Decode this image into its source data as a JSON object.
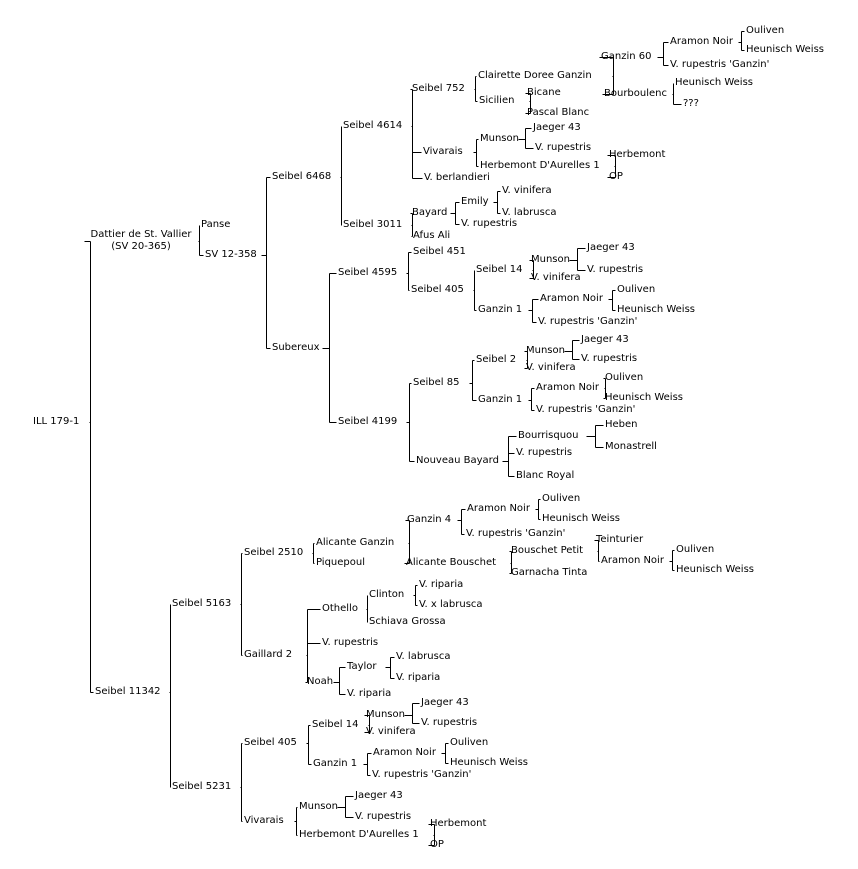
{
  "pedigree": {
    "name": "ILL 179-1",
    "parents": [
      {
        "name": "Dattier de St. Vallier\n(SV 20-365)",
        "parents": [
          {
            "name": "Panse"
          },
          {
            "name": "SV 12-358",
            "parents": [
              {
                "name": "Seibel 6468",
                "parents": [
                  {
                    "name": "Seibel 4614",
                    "parents": [
                      {
                        "name": "Seibel 752",
                        "parents": [
                          {
                            "name": "Clairette Doree Ganzin",
                            "parents": [
                              {
                                "name": "Ganzin 60",
                                "parents": [
                                  {
                                    "name": "Aramon Noir",
                                    "parents": [
                                      {
                                        "name": "Ouliven"
                                      },
                                      {
                                        "name": "Heunisch Weiss"
                                      }
                                    ]
                                  },
                                  {
                                    "name": "V. rupestris 'Ganzin'"
                                  }
                                ]
                              },
                              {
                                "name": "Bourboulenc",
                                "parents": [
                                  {
                                    "name": "Heunisch Weiss"
                                  },
                                  {
                                    "name": "???"
                                  }
                                ]
                              }
                            ]
                          },
                          {
                            "name": "Sicilien",
                            "parents": [
                              {
                                "name": "Bicane"
                              },
                              {
                                "name": "Pascal Blanc"
                              }
                            ]
                          }
                        ]
                      },
                      {
                        "name": "Vivarais",
                        "parents": [
                          {
                            "name": "Munson",
                            "parents": [
                              {
                                "name": "Jaeger 43"
                              },
                              {
                                "name": "V. rupestris"
                              }
                            ]
                          },
                          {
                            "name": "Herbemont D'Aurelles 1",
                            "parents": [
                              {
                                "name": "Herbemont"
                              },
                              {
                                "name": "OP"
                              }
                            ]
                          }
                        ]
                      },
                      {
                        "name": "V. berlandieri"
                      }
                    ]
                  },
                  {
                    "name": "Seibel 3011",
                    "parents": [
                      {
                        "name": "Bayard",
                        "parents": [
                          {
                            "name": "Emily",
                            "parents": [
                              {
                                "name": "V. vinifera"
                              },
                              {
                                "name": "V. labrusca"
                              }
                            ]
                          },
                          {
                            "name": "V. rupestris"
                          }
                        ]
                      },
                      {
                        "name": "Afus Ali"
                      }
                    ]
                  }
                ]
              },
              {
                "name": "Subereux",
                "parents": [
                  {
                    "name": "Seibel 4595",
                    "parents": [
                      {
                        "name": "Seibel 451"
                      },
                      {
                        "name": "Seibel 405",
                        "parents": [
                          {
                            "name": "Seibel 14",
                            "parents": [
                              {
                                "name": "Munson",
                                "parents": [
                                  {
                                    "name": "Jaeger 43"
                                  },
                                  {
                                    "name": "V. rupestris"
                                  }
                                ]
                              },
                              {
                                "name": "V. vinifera"
                              }
                            ]
                          },
                          {
                            "name": "Ganzin 1",
                            "parents": [
                              {
                                "name": "Aramon Noir",
                                "parents": [
                                  {
                                    "name": "Ouliven"
                                  },
                                  {
                                    "name": "Heunisch Weiss"
                                  }
                                ]
                              },
                              {
                                "name": "V. rupestris 'Ganzin'"
                              }
                            ]
                          }
                        ]
                      }
                    ]
                  },
                  {
                    "name": "Seibel 4199",
                    "parents": [
                      {
                        "name": "Seibel 85",
                        "parents": [
                          {
                            "name": "Seibel 2",
                            "parents": [
                              {
                                "name": "Munson",
                                "parents": [
                                  {
                                    "name": "Jaeger 43"
                                  },
                                  {
                                    "name": "V. rupestris"
                                  }
                                ]
                              },
                              {
                                "name": "V. vinifera"
                              }
                            ]
                          },
                          {
                            "name": "Ganzin 1",
                            "parents": [
                              {
                                "name": "Aramon Noir",
                                "parents": [
                                  {
                                    "name": "Ouliven"
                                  },
                                  {
                                    "name": "Heunisch Weiss"
                                  }
                                ]
                              },
                              {
                                "name": "V. rupestris 'Ganzin'"
                              }
                            ]
                          }
                        ]
                      },
                      {
                        "name": "Nouveau Bayard",
                        "parents": [
                          {
                            "name": "Bourrisquou",
                            "parents": [
                              {
                                "name": "Heben"
                              },
                              {
                                "name": "Monastrell"
                              }
                            ]
                          },
                          {
                            "name": "V. rupestris"
                          },
                          {
                            "name": "Blanc Royal"
                          }
                        ]
                      }
                    ]
                  }
                ]
              }
            ]
          }
        ]
      },
      {
        "name": "Seibel 11342",
        "parents": [
          {
            "name": "Seibel 5163",
            "parents": [
              {
                "name": "Seibel 2510",
                "parents": [
                  {
                    "name": "Alicante Ganzin",
                    "parents": [
                      {
                        "name": "Ganzin 4",
                        "parents": [
                          {
                            "name": "Aramon Noir",
                            "parents": [
                              {
                                "name": "Ouliven"
                              },
                              {
                                "name": "Heunisch Weiss"
                              }
                            ]
                          },
                          {
                            "name": "V. rupestris 'Ganzin'"
                          }
                        ]
                      },
                      {
                        "name": "Alicante Bouschet",
                        "parents": [
                          {
                            "name": "Bouschet Petit",
                            "parents": [
                              {
                                "name": "Teinturier"
                              },
                              {
                                "name": "Aramon Noir",
                                "parents": [
                                  {
                                    "name": "Ouliven"
                                  },
                                  {
                                    "name": "Heunisch Weiss"
                                  }
                                ]
                              }
                            ]
                          },
                          {
                            "name": "Garnacha Tinta"
                          }
                        ]
                      }
                    ]
                  },
                  {
                    "name": "Piquepoul"
                  }
                ]
              },
              {
                "name": "Gaillard 2",
                "parents": [
                  {
                    "name": "Othello",
                    "parents": [
                      {
                        "name": "Clinton",
                        "parents": [
                          {
                            "name": "V. riparia"
                          },
                          {
                            "name": "V. x labrusca"
                          }
                        ]
                      },
                      {
                        "name": "Schiava Grossa"
                      }
                    ]
                  },
                  {
                    "name": "V. rupestris"
                  },
                  {
                    "name": "Noah",
                    "parents": [
                      {
                        "name": "Taylor",
                        "parents": [
                          {
                            "name": "V. labrusca"
                          },
                          {
                            "name": "V. riparia"
                          }
                        ]
                      },
                      {
                        "name": "V. riparia"
                      }
                    ]
                  }
                ]
              }
            ]
          },
          {
            "name": "Seibel 5231",
            "parents": [
              {
                "name": "Seibel 405",
                "parents": [
                  {
                    "name": "Seibel 14",
                    "parents": [
                      {
                        "name": "Munson",
                        "parents": [
                          {
                            "name": "Jaeger 43"
                          },
                          {
                            "name": "V. rupestris"
                          }
                        ]
                      },
                      {
                        "name": "V. vinifera"
                      }
                    ]
                  },
                  {
                    "name": "Ganzin 1",
                    "parents": [
                      {
                        "name": "Aramon Noir",
                        "parents": [
                          {
                            "name": "Ouliven"
                          },
                          {
                            "name": "Heunisch Weiss"
                          }
                        ]
                      },
                      {
                        "name": "V. rupestris 'Ganzin'"
                      }
                    ]
                  }
                ]
              },
              {
                "name": "Vivarais",
                "parents": [
                  {
                    "name": "Munson",
                    "parents": [
                      {
                        "name": "Jaeger 43"
                      },
                      {
                        "name": "V. rupestris"
                      }
                    ]
                  },
                  {
                    "name": "Herbemont D'Aurelles 1",
                    "parents": [
                      {
                        "name": "Herbemont"
                      },
                      {
                        "name": "OP"
                      }
                    ]
                  }
                ]
              }
            ]
          }
        ]
      }
    ]
  }
}
